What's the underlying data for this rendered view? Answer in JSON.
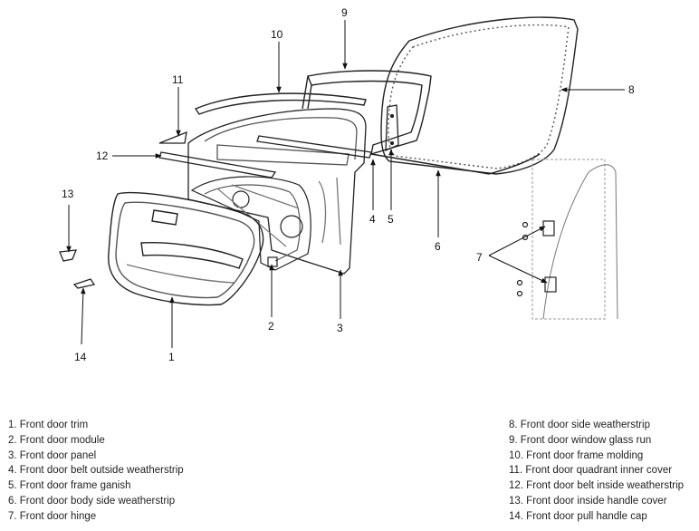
{
  "callouts": {
    "c1": "1",
    "c2": "2",
    "c3": "3",
    "c4": "4",
    "c5": "5",
    "c6": "6",
    "c7": "7",
    "c8": "8",
    "c9": "9",
    "c10": "10",
    "c11": "11",
    "c12": "12",
    "c13": "13",
    "c14": "14"
  },
  "legend_left": [
    "1. Front door trim",
    "2. Front door module",
    "3. Front door panel",
    "4. Front door belt outside weatherstrip",
    "5. Front door frame ganish",
    "6. Front door body side weatherstrip",
    "7. Front door hinge"
  ],
  "legend_right": [
    "8. Front door side weatherstrip",
    "9. Front door window glass run",
    "10. Front door frame molding",
    "11. Front door quadrant inner cover",
    "12. Front door belt inside weatherstrip",
    "13. Front door inside handle cover",
    "14. Front door pull handle cap"
  ],
  "colors": {
    "line": "#222222",
    "detail": "#555555",
    "ghost": "#9a9a9a"
  }
}
